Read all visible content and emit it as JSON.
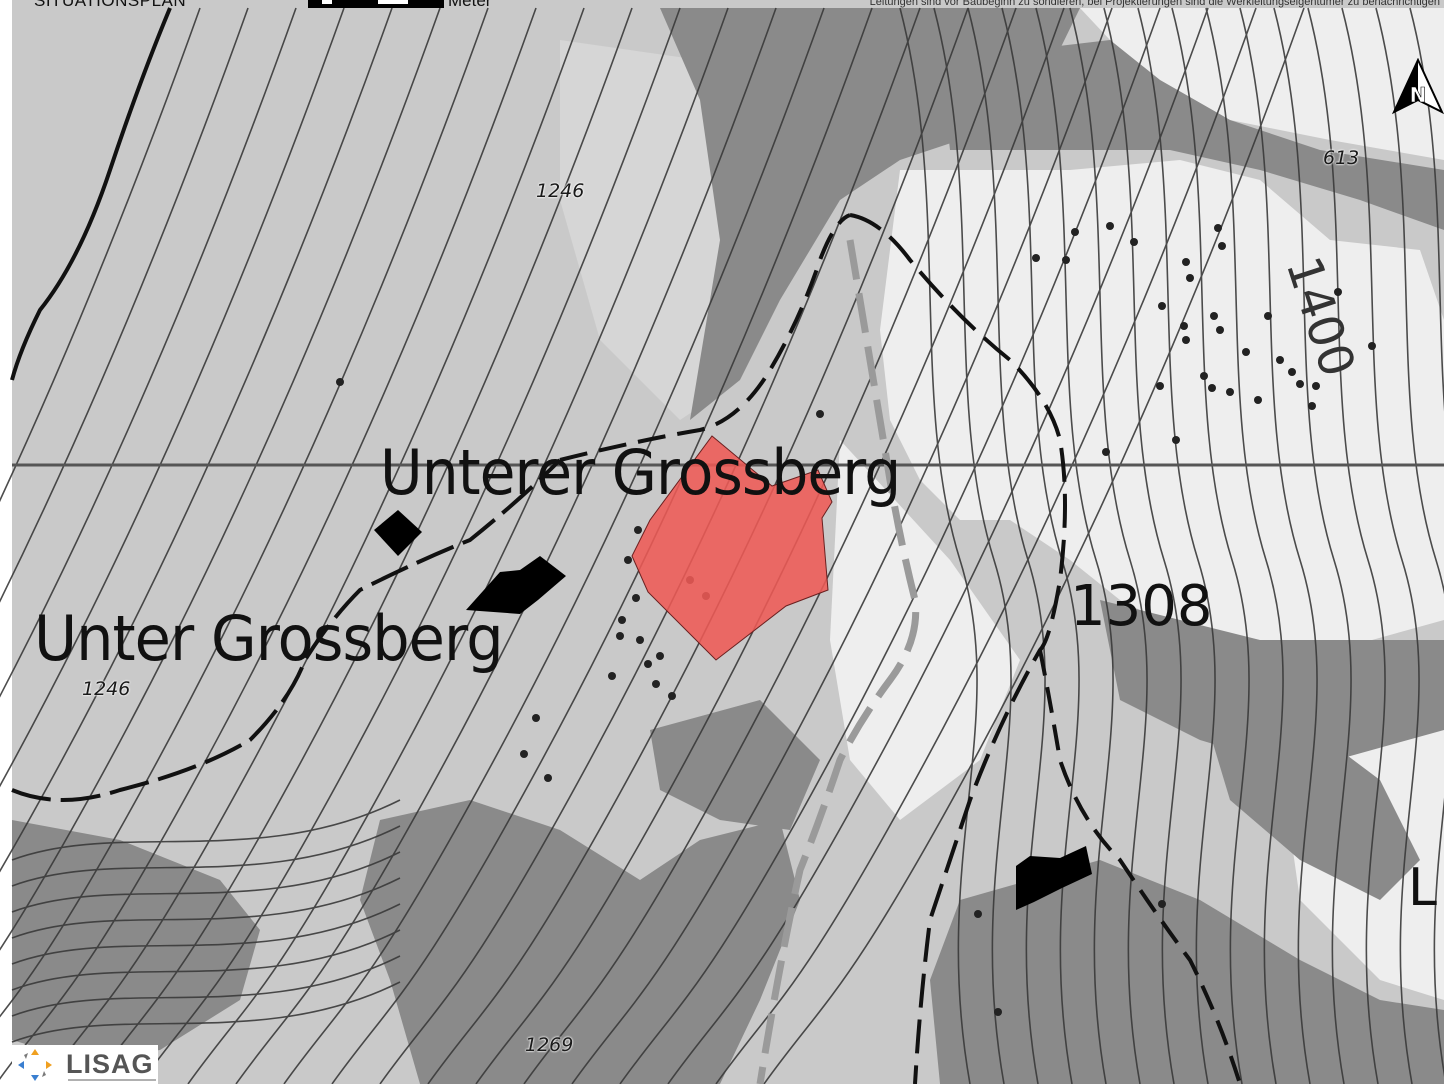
{
  "header": {
    "title": "SITUATIONSPLAN",
    "scale_unit": "Meter",
    "disclaimer": "Leitungen sind vor Baubeginn zu sondieren, bei Projektierungen sind die Werkleitungseigentümer zu benachrichtigen"
  },
  "map": {
    "place_labels": [
      "Unterer Grossberg",
      "Unter Grossberg"
    ],
    "elevation_labels": [
      "1246",
      "1246",
      "1269",
      "613",
      "1308",
      "1400"
    ],
    "partial_label": "L",
    "highlight_color": "#ee5a55",
    "colors": {
      "background": "#c9c9c9",
      "forest": "#8a8a8a",
      "open_land": "#eeeeee",
      "contour": "#3a3a3a"
    }
  },
  "north_arrow": {
    "letter": "N",
    "icon": "north-arrow-icon"
  },
  "logo": {
    "text": "LISAG"
  }
}
